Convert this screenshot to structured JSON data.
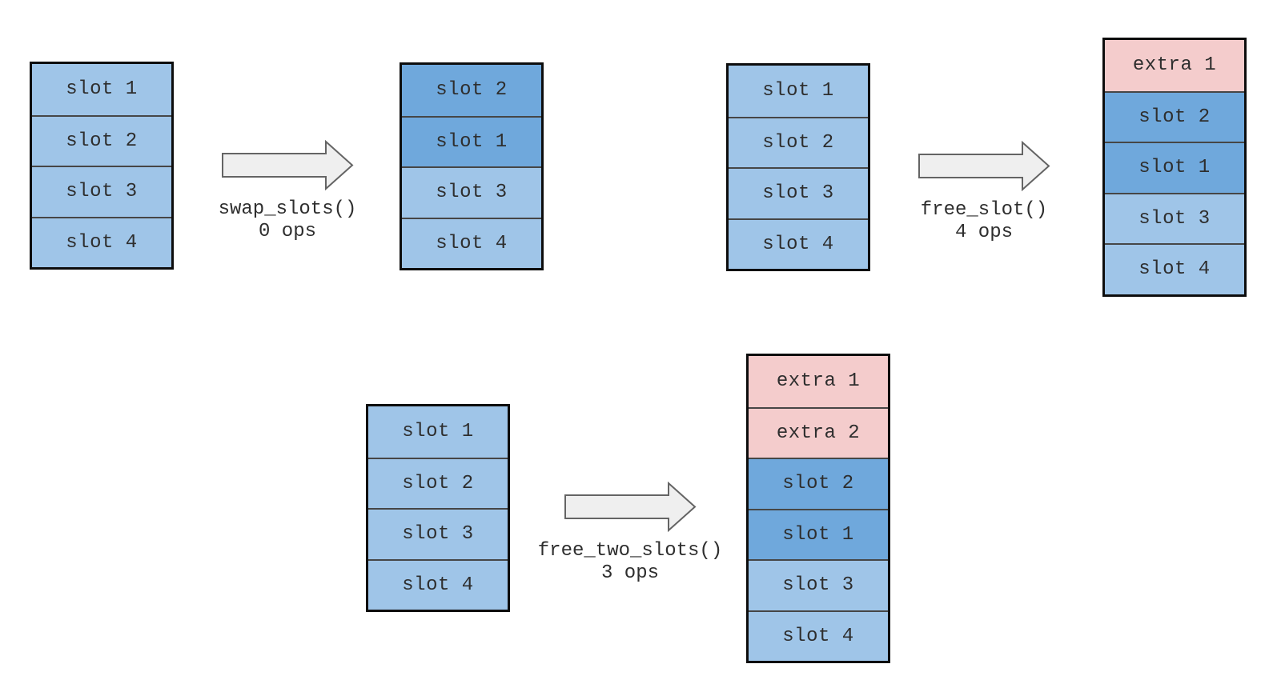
{
  "colors": {
    "slot_light": "#9fc5e8",
    "slot_dark": "#6fa8dc",
    "slot_extra": "#f4cccc",
    "arrow_fill": "#efefef",
    "arrow_stroke": "#646464",
    "stack_border": "#0d0d0d",
    "row_divider": "#464646",
    "text": "#2e2e2e"
  },
  "operations": [
    {
      "function_label": "swap_slots()",
      "ops_label": "0 ops",
      "before": {
        "rows": [
          {
            "label": "slot 1",
            "tone": "light"
          },
          {
            "label": "slot 2",
            "tone": "light"
          },
          {
            "label": "slot 3",
            "tone": "light"
          },
          {
            "label": "slot 4",
            "tone": "light"
          }
        ]
      },
      "after": {
        "rows": [
          {
            "label": "slot 2",
            "tone": "dark"
          },
          {
            "label": "slot 1",
            "tone": "dark"
          },
          {
            "label": "slot 3",
            "tone": "light"
          },
          {
            "label": "slot 4",
            "tone": "light"
          }
        ]
      }
    },
    {
      "function_label": "free_slot()",
      "ops_label": "4 ops",
      "before": {
        "rows": [
          {
            "label": "slot 1",
            "tone": "light"
          },
          {
            "label": "slot 2",
            "tone": "light"
          },
          {
            "label": "slot 3",
            "tone": "light"
          },
          {
            "label": "slot 4",
            "tone": "light"
          }
        ]
      },
      "after": {
        "rows": [
          {
            "label": "extra 1",
            "tone": "extra"
          },
          {
            "label": "slot 2",
            "tone": "dark"
          },
          {
            "label": "slot 1",
            "tone": "dark"
          },
          {
            "label": "slot 3",
            "tone": "light"
          },
          {
            "label": "slot 4",
            "tone": "light"
          }
        ]
      }
    },
    {
      "function_label": "free_two_slots()",
      "ops_label": "3 ops",
      "before": {
        "rows": [
          {
            "label": "slot 1",
            "tone": "light"
          },
          {
            "label": "slot 2",
            "tone": "light"
          },
          {
            "label": "slot 3",
            "tone": "light"
          },
          {
            "label": "slot 4",
            "tone": "light"
          }
        ]
      },
      "after": {
        "rows": [
          {
            "label": "extra 1",
            "tone": "extra"
          },
          {
            "label": "extra 2",
            "tone": "extra"
          },
          {
            "label": "slot 2",
            "tone": "dark"
          },
          {
            "label": "slot 1",
            "tone": "dark"
          },
          {
            "label": "slot 3",
            "tone": "light"
          },
          {
            "label": "slot 4",
            "tone": "light"
          }
        ]
      }
    }
  ]
}
